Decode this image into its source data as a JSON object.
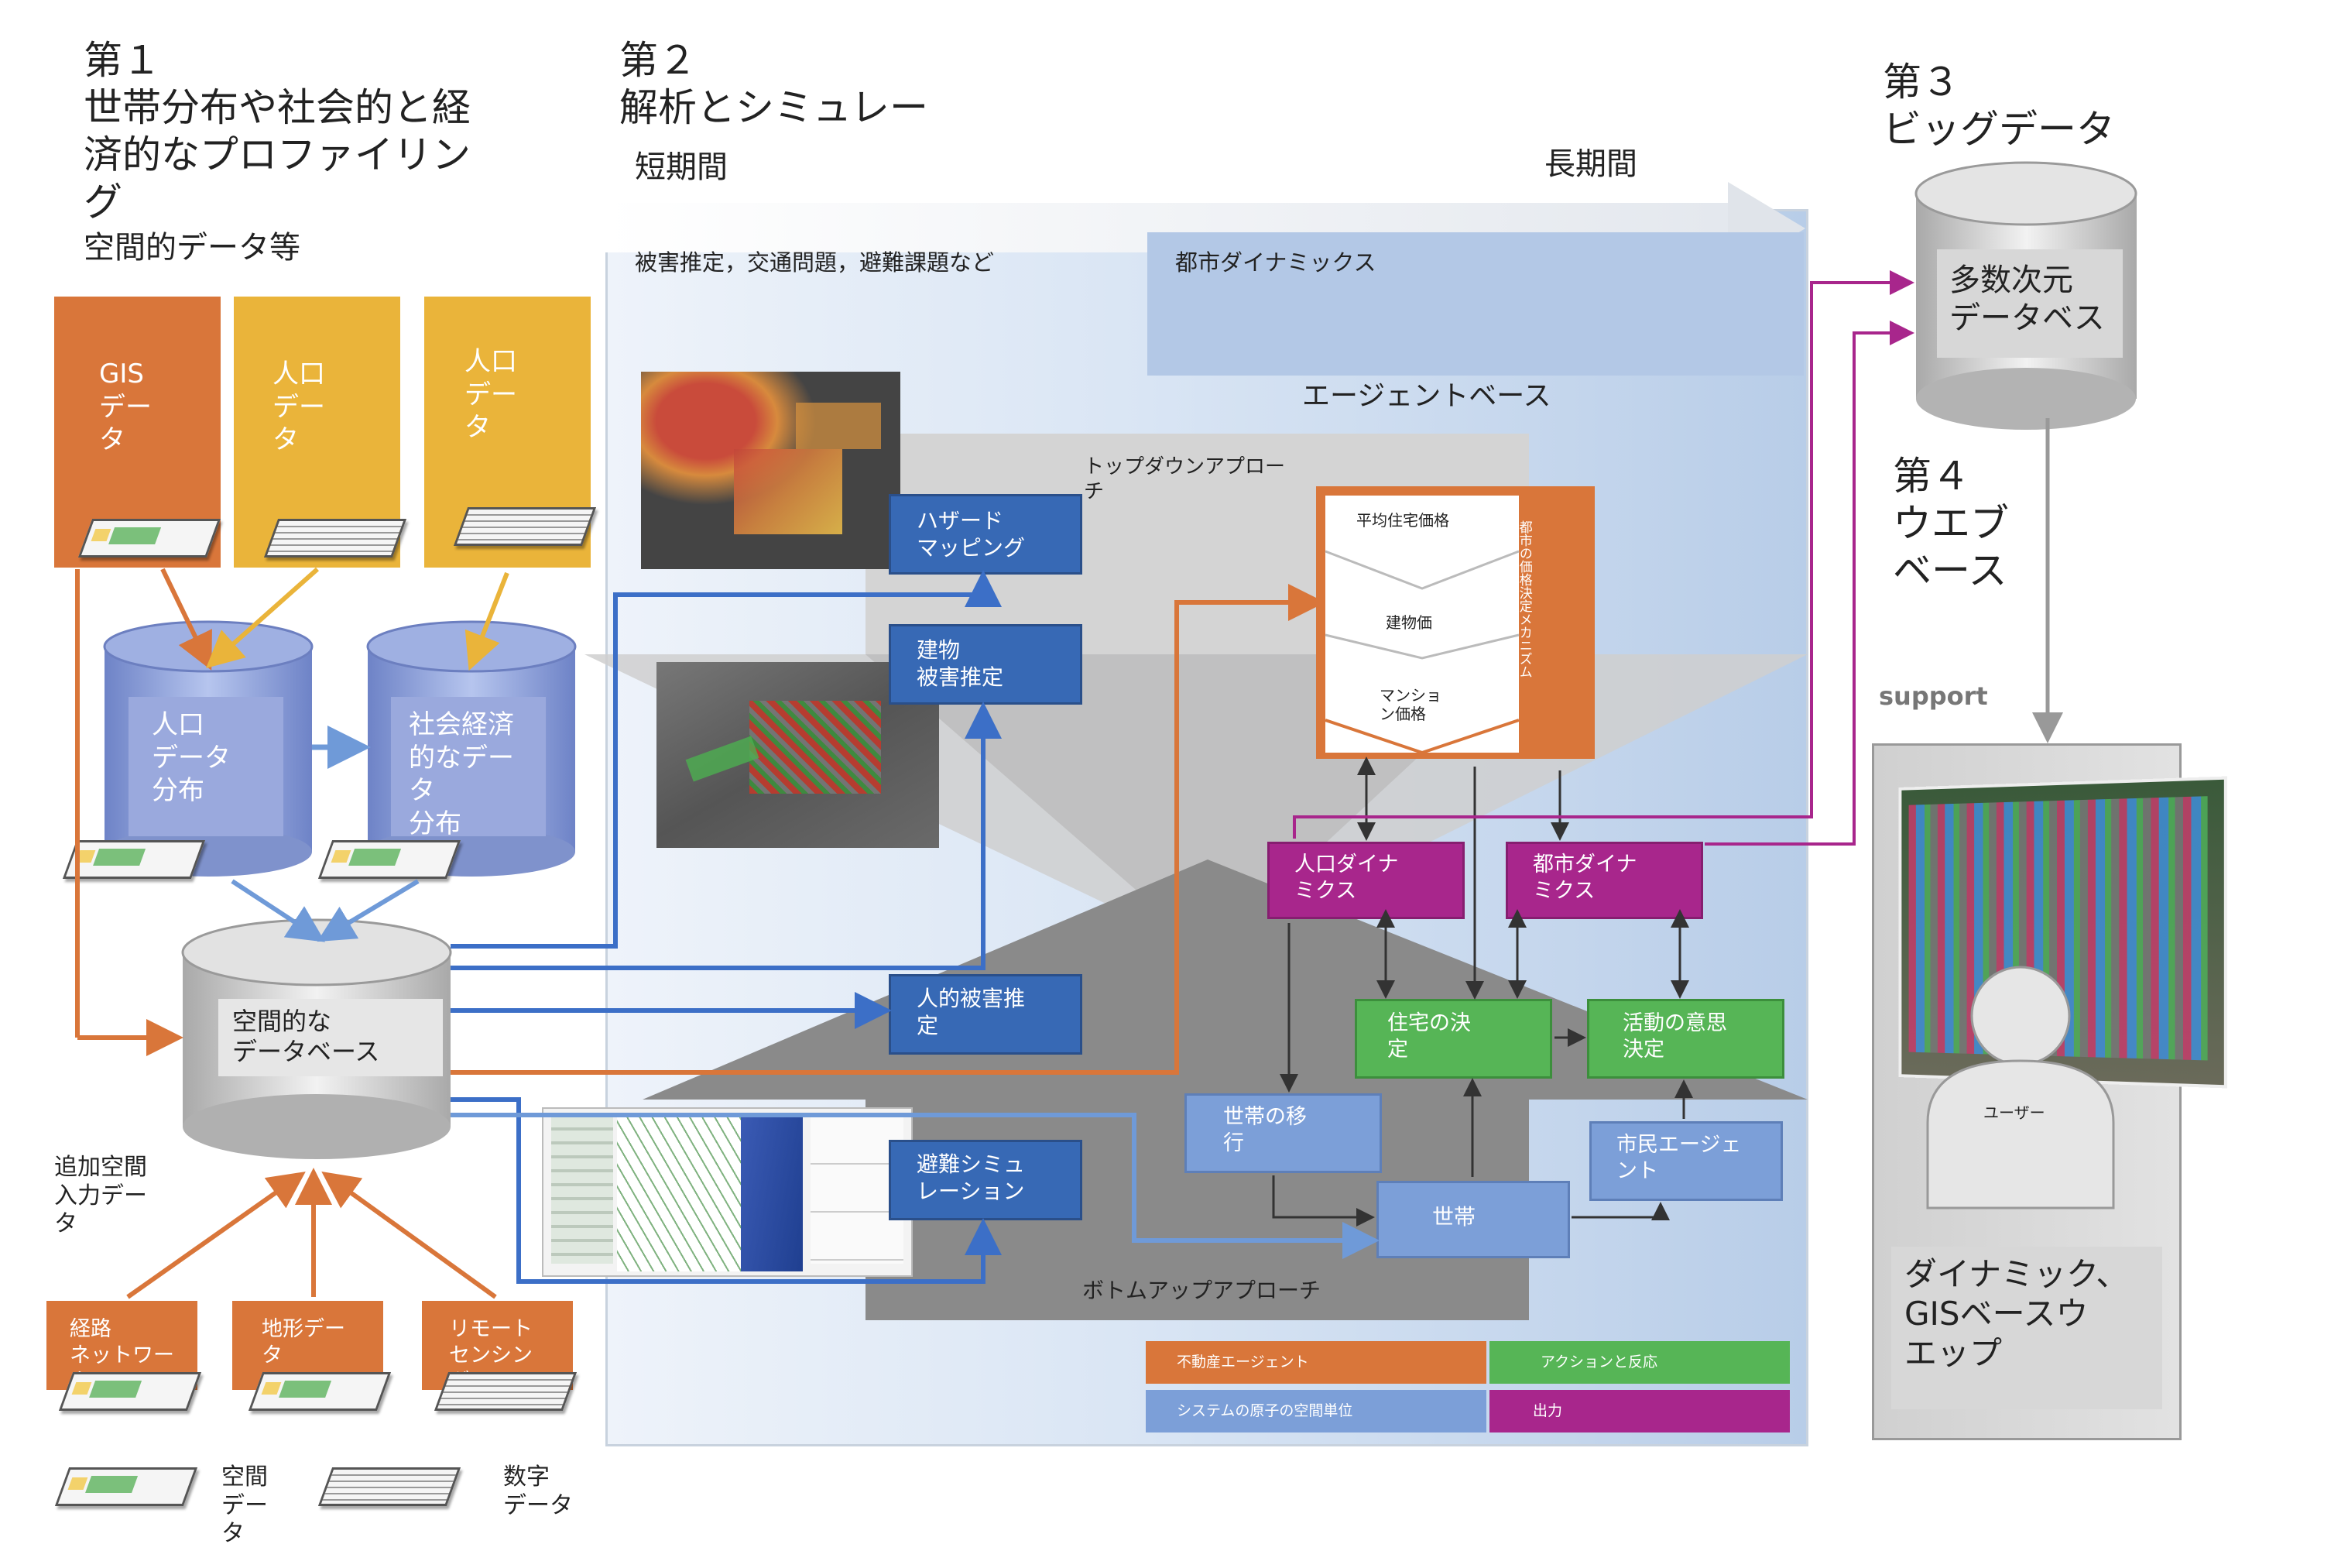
{
  "stage1": {
    "title": "第１\n世帯分布や社会的と経\n済的なプロファイリン\nグ",
    "subtitle": "空間的データ等",
    "source_gis": "GIS\nデー\nタ",
    "source_pop": "人口\nデー\nタ",
    "source_pop2": "人口\nデー\nタ",
    "cyl_pop": "人口\nデータ\n分布",
    "cyl_socio": "社会経済\n的なデー\nタ\n分布",
    "spatial_db": "空間的な\nデータベース",
    "additional_input": "追加空間\n入力デー\nタ",
    "input_network": "経路\nネットワー\nク",
    "input_terrain": "地形デー\nタ",
    "input_remote": "リモート\nセンシン\nグ",
    "legend_spatial": "空間\nデー\nタ",
    "legend_numeric": "数字\nデータ"
  },
  "stage2": {
    "title": "第２\n解析とシミュレー",
    "short_term": "短期間",
    "long_term": "長期間",
    "short_examples": "被害推定，交通問題，避難課題など",
    "urban_dynamics": "都市ダイナミックス",
    "agent_based": "エージェントベース",
    "top_down": "トップダウンアプロー\nチ",
    "bottom_up": "ボトムアップアプローチ",
    "hazard_mapping": "ハザード\nマッピング",
    "building_damage": "建物\n被害推定",
    "human_damage": "人的被害推\n定",
    "evac_sim": "避難シミュ\nレーション",
    "price_avg": "平均住宅価格",
    "price_building": "建物価",
    "price_mansion": "マンショ\nン価格",
    "price_mechanism": "都市の価格決定メカニズム",
    "pop_dynamics": "人口ダイナ\nミクス",
    "urban_dyn_box": "都市ダイナ\nミクス",
    "housing_decision": "住宅の決\n定",
    "activity_decision": "活動の意思\n決定",
    "household_move": "世帯の移\n行",
    "citizen_agent": "市民エージェ\nント",
    "household": "世帯",
    "legend_realestate": "不動産エージェント",
    "legend_action": "アクションと反応",
    "legend_system": "システムの原子の空間単位",
    "legend_output": "出力"
  },
  "stage3": {
    "title": "第３\nビッグデータ",
    "multidim_db": "多数次元\nデータベス"
  },
  "stage4": {
    "title": "第４\nウエブ\nベース",
    "support": "support",
    "user": "ユーザー",
    "webgis": "ダイナミック、\nGISベースウ\nエップ"
  },
  "colors": {
    "orange": "#d9763a",
    "yellow": "#eab43a",
    "dark_blue": "#3769b5",
    "light_blue": "#7c9fd8",
    "green": "#56b556",
    "purple": "#a8268c",
    "gray": "#8c8c8c"
  }
}
